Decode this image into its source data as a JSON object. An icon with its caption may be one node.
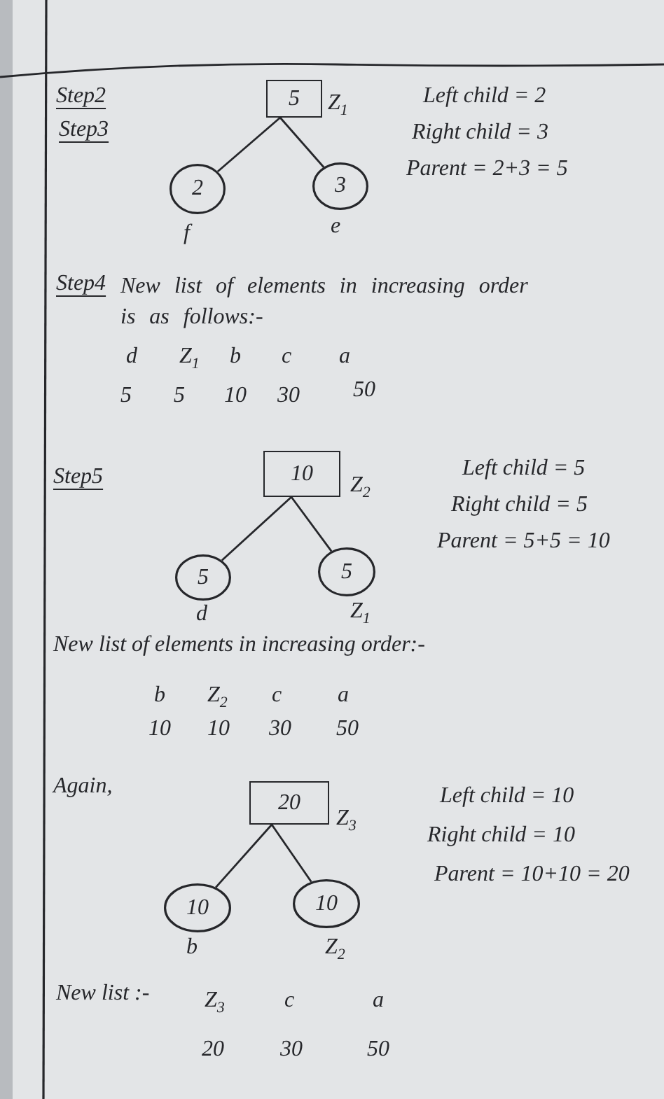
{
  "diagram": {
    "nodes": [
      {
        "text": [
          "5"
        ],
        "beside": [
          "Z$_{1}$"
        ]
      },
      {
        "text": [
          "2"
        ],
        "beside": [
          "f"
        ]
      },
      {
        "text": [
          "3"
        ],
        "beside": [
          "e"
        ]
      },
      {
        "text": [
          "10"
        ],
        "beside": [
          "Z$_{2}$"
        ]
      },
      {
        "text": [
          "5"
        ],
        "beside": [
          "d"
        ]
      },
      {
        "text": [
          "5"
        ],
        "beside": [
          "Z$_{1}$"
        ]
      },
      {
        "text": [
          "20"
        ],
        "beside": [
          "Z$_{3}$"
        ]
      },
      {
        "text": [
          "10"
        ],
        "beside": [
          "b"
        ]
      },
      {
        "text": [
          "10"
        ],
        "beside": [
          "Z$_{2}$"
        ]
      }
    ],
    "edges": [
      {
        "from": 0,
        "to": 1,
        "arrow": "none"
      },
      {
        "from": 0,
        "to": 2,
        "arrow": "none"
      },
      {
        "from": 3,
        "to": 4,
        "arrow": "none"
      },
      {
        "from": 3,
        "to": 5,
        "arrow": "none"
      },
      {
        "from": 6,
        "to": 7,
        "arrow": "none"
      },
      {
        "from": 6,
        "to": 8,
        "arrow": "none"
      }
    ],
    "labels": [
      "Step2",
      "Step3",
      "Left child = 2",
      "Right child = 3",
      "Parent = 2+3 = 5",
      "Step4",
      "New list of elements in increasing order is as follows:-",
      "d",
      "Z$_{1}$",
      "b",
      "c",
      "a",
      "5",
      "5",
      "10",
      "30",
      "50",
      "Step5",
      "Left child = 5",
      "Right child = 5",
      "Parent = 5+5 = 10",
      "New list of elements in increasing order:-",
      "b",
      "Z$_{2}$",
      "c",
      "a",
      "10",
      "10",
      "30",
      "50",
      "Again,",
      "Left child = 10",
      "Right child = 10",
      "Parent = 10+10 = 20",
      "New list :-",
      "Z$_{3}$",
      "c",
      "a",
      "20",
      "30",
      "50"
    ]
  }
}
